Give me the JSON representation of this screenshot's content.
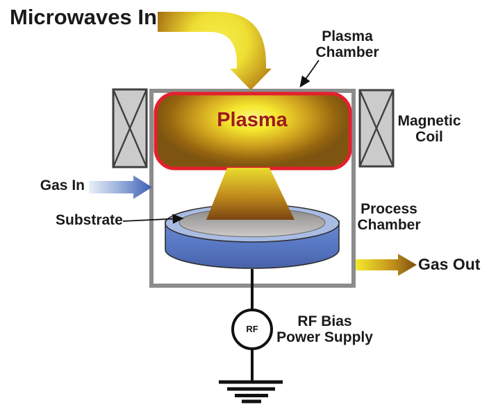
{
  "labels": {
    "microwaves_in": "Microwaves In",
    "plasma_chamber_line1": "Plasma",
    "plasma_chamber_line2": "Chamber",
    "plasma": "Plasma",
    "magnetic_coil_line1": "Magnetic",
    "magnetic_coil_line2": "Coil",
    "gas_in": "Gas In",
    "substrate": "Substrate",
    "process_chamber_line1": "Process",
    "process_chamber_line2": "Chamber",
    "gas_out": "Gas Out",
    "rf": "RF",
    "rf_bias_line1": "RF Bias",
    "rf_bias_line2": "Power Supply"
  },
  "colors": {
    "text": "#1a1a1a",
    "plasma_text": "#9E1A1F",
    "plasma_border": "#E3202D",
    "gold_light": "#F5EC3E",
    "gold_mid": "#C9991C",
    "gold_dark": "#7A4312",
    "gas_in_blue": "#3E5FB5",
    "substrate_blue": "#5B7BC4",
    "substrate_rim": "#A8BCE4",
    "substrate_top_gray": "#ADABA9",
    "chamber_wall_gray": "#8C8C8C",
    "coil_fill": "#CBCBCB",
    "coil_stroke": "#404040",
    "line_black": "#111111"
  }
}
